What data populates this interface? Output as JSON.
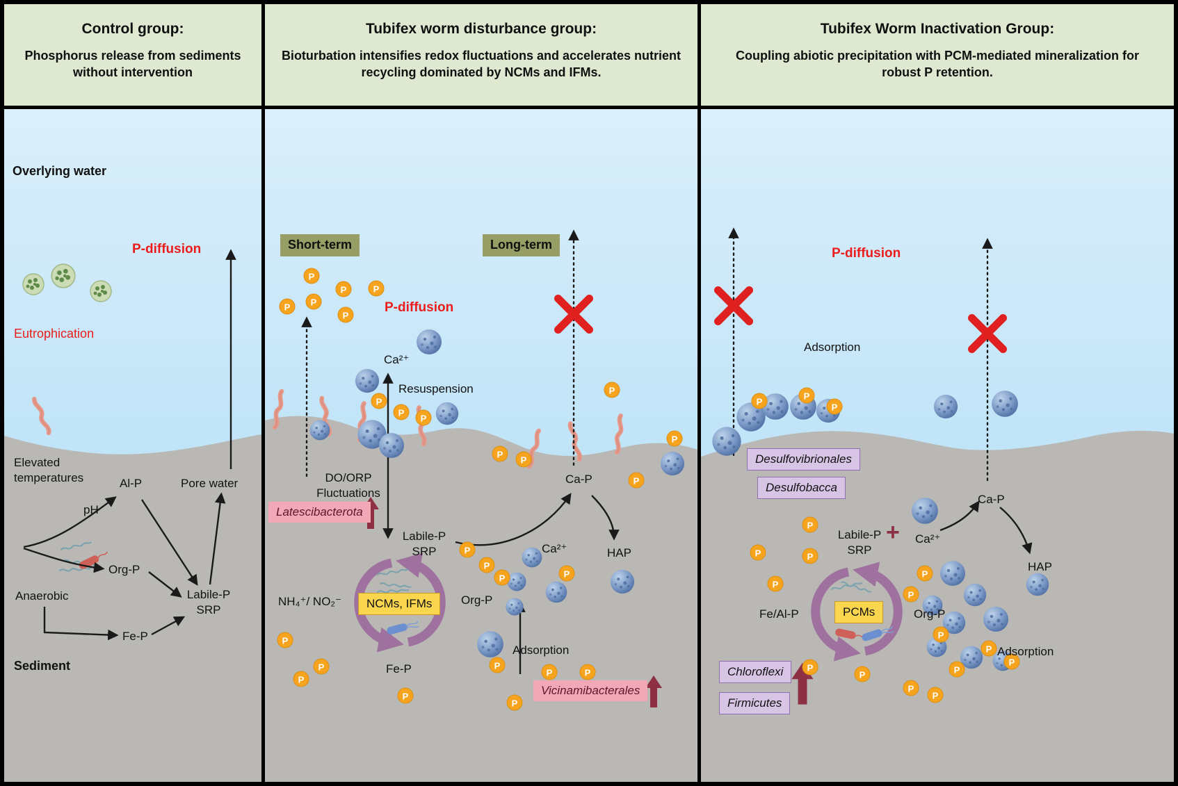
{
  "figure": {
    "p_symbol": "P",
    "colors": {
      "header_bg": "#dfe9d2",
      "water_top": "#dbeffb",
      "water_bottom": "#a5d7f2",
      "sediment": "#b9b8b5",
      "accent_red": "#ec1c1c",
      "coin_orange": "#F6A41E",
      "cycle_purple": "#9d6b9d",
      "badge_olive": "#969e66",
      "badge_pink": "#f3a8b8",
      "badge_yellow": "#f9d64e",
      "badge_lavender": "#d8c5e6",
      "trend_arrow_red": "#8e3044"
    }
  },
  "panels": [
    {
      "title": "Control group:",
      "subtitle": "Phosphorus release from sediments without intervention",
      "labels": {
        "overlying_water": "Overlying water",
        "p_diffusion": "P-diffusion",
        "eutrophication": "Eutrophication",
        "elevated_temperatures": "Elevated temperatures",
        "ph": "pH",
        "al_p": "Al-P",
        "pore_water": "Pore water",
        "org_p": "Org-P",
        "anaerobic": "Anaerobic",
        "labile_p_srp": "Labile-P SRP",
        "fe_p": "Fe-P",
        "sediment": "Sediment"
      }
    },
    {
      "title": "Tubifex worm disturbance group:",
      "subtitle": "Bioturbation intensifies redox fluctuations and accelerates nutrient recycling dominated by NCMs and IFMs.",
      "labels": {
        "short_term": "Short-term",
        "long_term": "Long-term",
        "p_diffusion": "P-diffusion",
        "ca2_top": "Ca²⁺",
        "resuspension": "Resuspension",
        "do_orp": "DO/ORP Fluctuations",
        "latescibacterota": "Latescibacterota",
        "labile_p_srp": "Labile-P SRP",
        "nh4_no2": "NH₄⁺/ NO₂⁻",
        "ncms_ifms": "NCMs, IFMs",
        "org_p": "Org-P",
        "fe_p": "Fe-P",
        "ca_p": "Ca-P",
        "ca2_mid": "Ca²⁺",
        "hap": "HAP",
        "adsorption": "Adsorption",
        "vicinamibacterales": "Vicinamibacterales"
      }
    },
    {
      "title": "Tubifex Worm Inactivation Group:",
      "subtitle": "Coupling abiotic precipitation with PCM-mediated mineralization for robust P retention.",
      "labels": {
        "p_diffusion": "P-diffusion",
        "adsorption_top": "Adsorption",
        "desulfovibrionales": "Desulfovibrionales",
        "desulfobacca": "Desulfobacca",
        "ca_p": "Ca-P",
        "labile_p_srp": "Labile-P SRP",
        "plus": "+",
        "ca2": "Ca²⁺",
        "hap": "HAP",
        "fe_al_p": "Fe/Al-P",
        "pcms": "PCMs",
        "org_p": "Org-P",
        "adsorption_bottom": "Adsorption",
        "chloroflexi": "Chloroflexi",
        "firmicutes": "Firmicutes"
      }
    }
  ]
}
